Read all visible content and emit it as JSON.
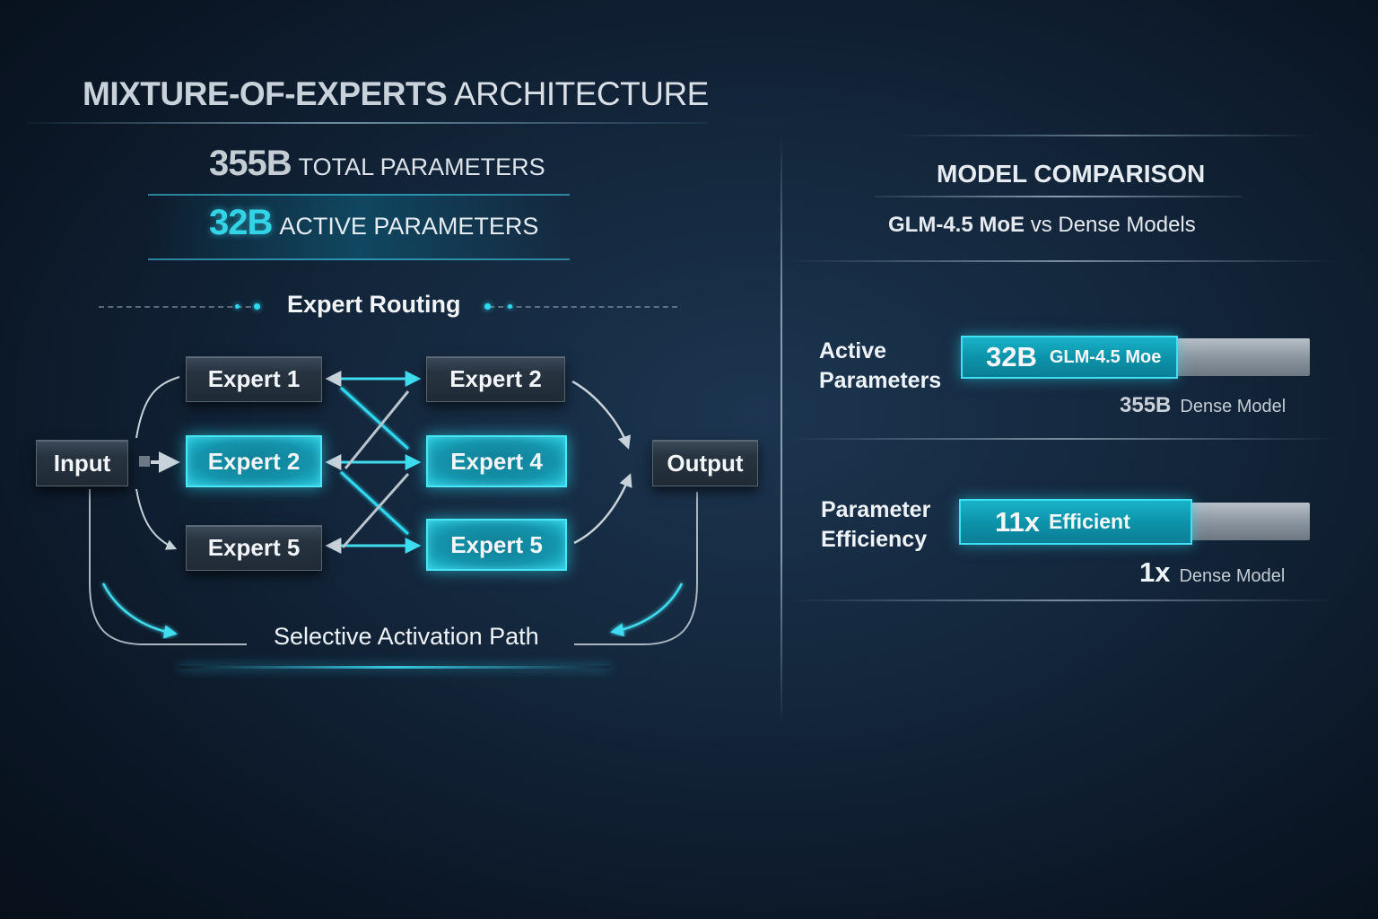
{
  "header": {
    "title_bold": "MIXTURE-OF-EXPERTS",
    "title_light": "ARCHITECTURE"
  },
  "stats": {
    "total": {
      "value": "355B",
      "label": "TOTAL PARAMETERS"
    },
    "active": {
      "value": "32B",
      "label": "ACTIVE PARAMETERS"
    }
  },
  "routing": {
    "title": "Expert Routing",
    "input": "Input",
    "output": "Output",
    "layer1": [
      "Expert 1",
      "Expert 2",
      "Expert 5"
    ],
    "layer2": [
      "Expert 2",
      "Expert 4",
      "Expert 5"
    ],
    "active_layer1": [
      "Expert 2"
    ],
    "active_layer2": [
      "Expert 4",
      "Expert 5"
    ],
    "path_label": "Selective Activation Path"
  },
  "comparison": {
    "title": "MODEL COMPARISON",
    "subtitle_bold": "GLM-4.5 MoE",
    "subtitle_rest": "vs Dense Models",
    "rows": [
      {
        "label_line1": "Active",
        "label_line2": "Parameters",
        "bar_value": "32B",
        "bar_text": "GLM-4.5 Moe",
        "note_value": "355B",
        "note_text": "Dense Model"
      },
      {
        "label_line1": "Parameter",
        "label_line2": "Efficiency",
        "bar_value": "11x",
        "bar_text": "Efficient",
        "note_value": "1x",
        "note_text": "Dense Model"
      }
    ]
  },
  "colors": {
    "accent_cyan": "#2fd8ef",
    "active_box": "#1494ac",
    "dark_box": "#27333f",
    "background": "#13263b"
  }
}
